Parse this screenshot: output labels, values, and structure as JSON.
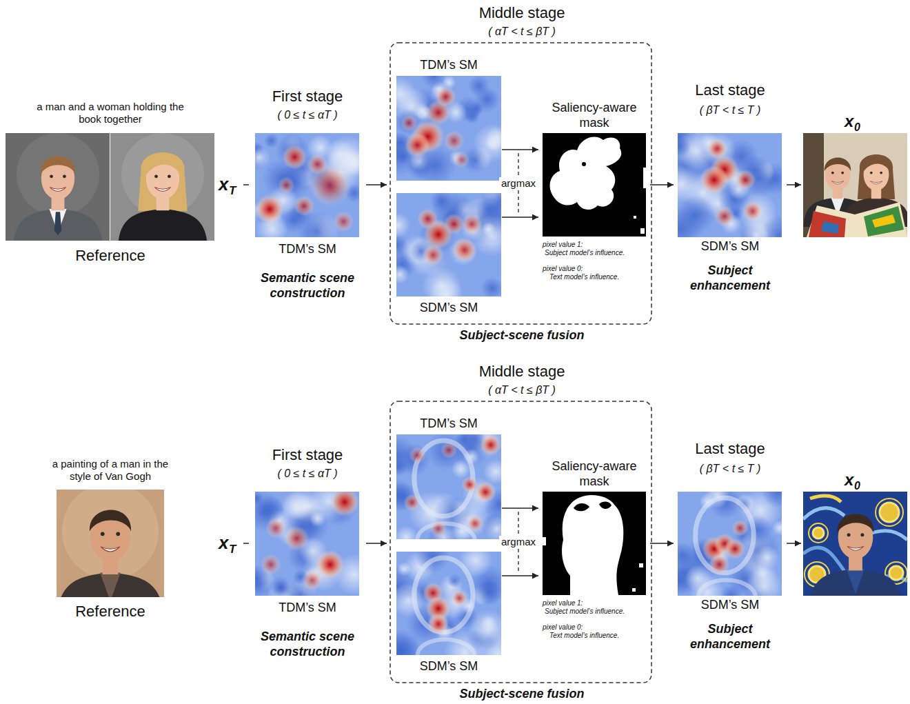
{
  "diagram": {
    "nodes": [
      {
        "text": [
          "a man and a woman holding the book together",
          "Reference"
        ]
      },
      {
        "text": [
          "x",
          "T"
        ]
      },
      {
        "text": [
          "First stage",
          "( 0 ≤ t ≤ αT )",
          "TDM’s SM",
          "Semantic scene construction"
        ]
      },
      {
        "text": [
          "Middle stage",
          "( αT < t ≤ βT )",
          "Subject-scene fusion"
        ]
      },
      {
        "text": [
          "TDM’s SM"
        ],
        "in": 3
      },
      {
        "text": [
          "SDM’s SM"
        ],
        "in": 3
      },
      {
        "text": [
          "Saliency-aware mask",
          "pixel value 1:",
          "Subject model’s influence.",
          "pixel value 0:",
          "Text model’s influence."
        ],
        "in": 3
      },
      {
        "text": [
          "Last stage",
          "( βT < t ≤ T )",
          "SDM’s SM",
          "Subject enhancement"
        ]
      },
      {
        "text": [
          "x",
          "0"
        ]
      },
      {
        "text": [
          "a painting of a man in the style of Van Gogh",
          "Reference"
        ]
      },
      {
        "text": [
          "x",
          "T"
        ]
      },
      {
        "text": [
          "First stage",
          "( 0 ≤ t ≤ αT )",
          "TDM’s SM",
          "Semantic scene construction"
        ]
      },
      {
        "text": [
          "Middle stage",
          "( αT < t ≤ βT )",
          "Subject-scene fusion"
        ]
      },
      {
        "text": [
          "TDM’s SM"
        ],
        "in": 12
      },
      {
        "text": [
          "SDM’s SM"
        ],
        "in": 12
      },
      {
        "text": [
          "Saliency-aware mask",
          "pixel value 1:",
          "Subject model’s influence.",
          "pixel value 0:",
          "Text model’s influence."
        ],
        "in": 12
      },
      {
        "text": [
          "Last stage",
          "( βT < t ≤ T )",
          "SDM’s SM",
          "Subject enhancement"
        ]
      },
      {
        "text": [
          "x",
          "0"
        ]
      }
    ],
    "edges": [
      {
        "from": 1,
        "to": 2,
        "arrow": "none"
      },
      {
        "from": 2,
        "to": 3,
        "arrow": "to"
      },
      {
        "from": 4,
        "to": 6,
        "arrow": "to"
      },
      {
        "from": 5,
        "to": 6,
        "arrow": "to"
      },
      {
        "from": 6,
        "to": 7,
        "arrow": "to"
      },
      {
        "from": 7,
        "to": 8,
        "arrow": "to"
      },
      {
        "from": 10,
        "to": 11,
        "arrow": "none"
      },
      {
        "from": 11,
        "to": 12,
        "arrow": "to"
      },
      {
        "from": 13,
        "to": 15,
        "arrow": "to"
      },
      {
        "from": 14,
        "to": 15,
        "arrow": "to"
      },
      {
        "from": 15,
        "to": 16,
        "arrow": "to"
      },
      {
        "from": 16,
        "to": 17,
        "arrow": "to"
      }
    ],
    "labels": [
      "argmax",
      "argmax"
    ]
  }
}
